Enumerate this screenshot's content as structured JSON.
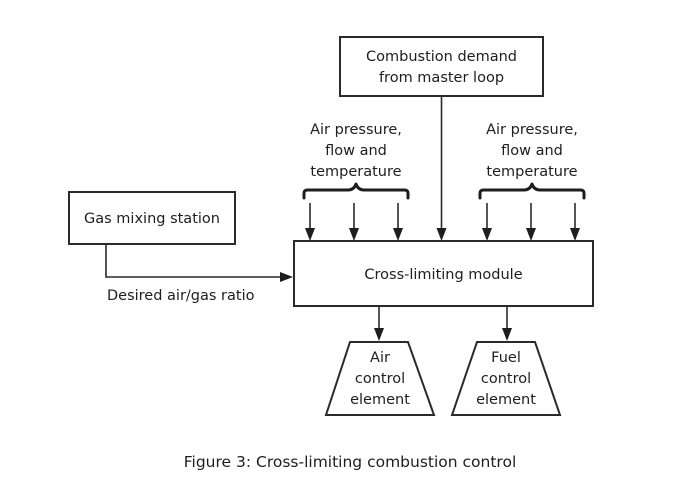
{
  "diagram": {
    "nodes": {
      "combustion_demand": {
        "lines": [
          "Combustion demand",
          "from master loop"
        ]
      },
      "gas_mixing_station": {
        "lines": [
          "Gas mixing station"
        ]
      },
      "cross_limiting_module": {
        "lines": [
          "Cross-limiting module"
        ]
      },
      "air_control_element": {
        "lines": [
          "Air",
          "control",
          "element"
        ]
      },
      "fuel_control_element": {
        "lines": [
          "Fuel",
          "control",
          "element"
        ]
      }
    },
    "inputs": {
      "left_group": {
        "lines": [
          "Air pressure,",
          "flow and",
          "temperature"
        ],
        "arrow_count": 3
      },
      "right_group": {
        "lines": [
          "Air pressure,",
          "flow and",
          "temperature"
        ],
        "arrow_count": 3
      }
    },
    "edges": [
      {
        "from": "combustion_demand",
        "to": "cross_limiting_module",
        "label": ""
      },
      {
        "from": "gas_mixing_station",
        "to": "cross_limiting_module",
        "label": "Desired air/gas ratio"
      },
      {
        "from": "cross_limiting_module",
        "to": "air_control_element",
        "label": ""
      },
      {
        "from": "cross_limiting_module",
        "to": "fuel_control_element",
        "label": ""
      }
    ],
    "edge_labels": {
      "gas_to_module": "Desired air/gas ratio"
    }
  },
  "caption": "Figure 3: Cross-limiting combustion control"
}
